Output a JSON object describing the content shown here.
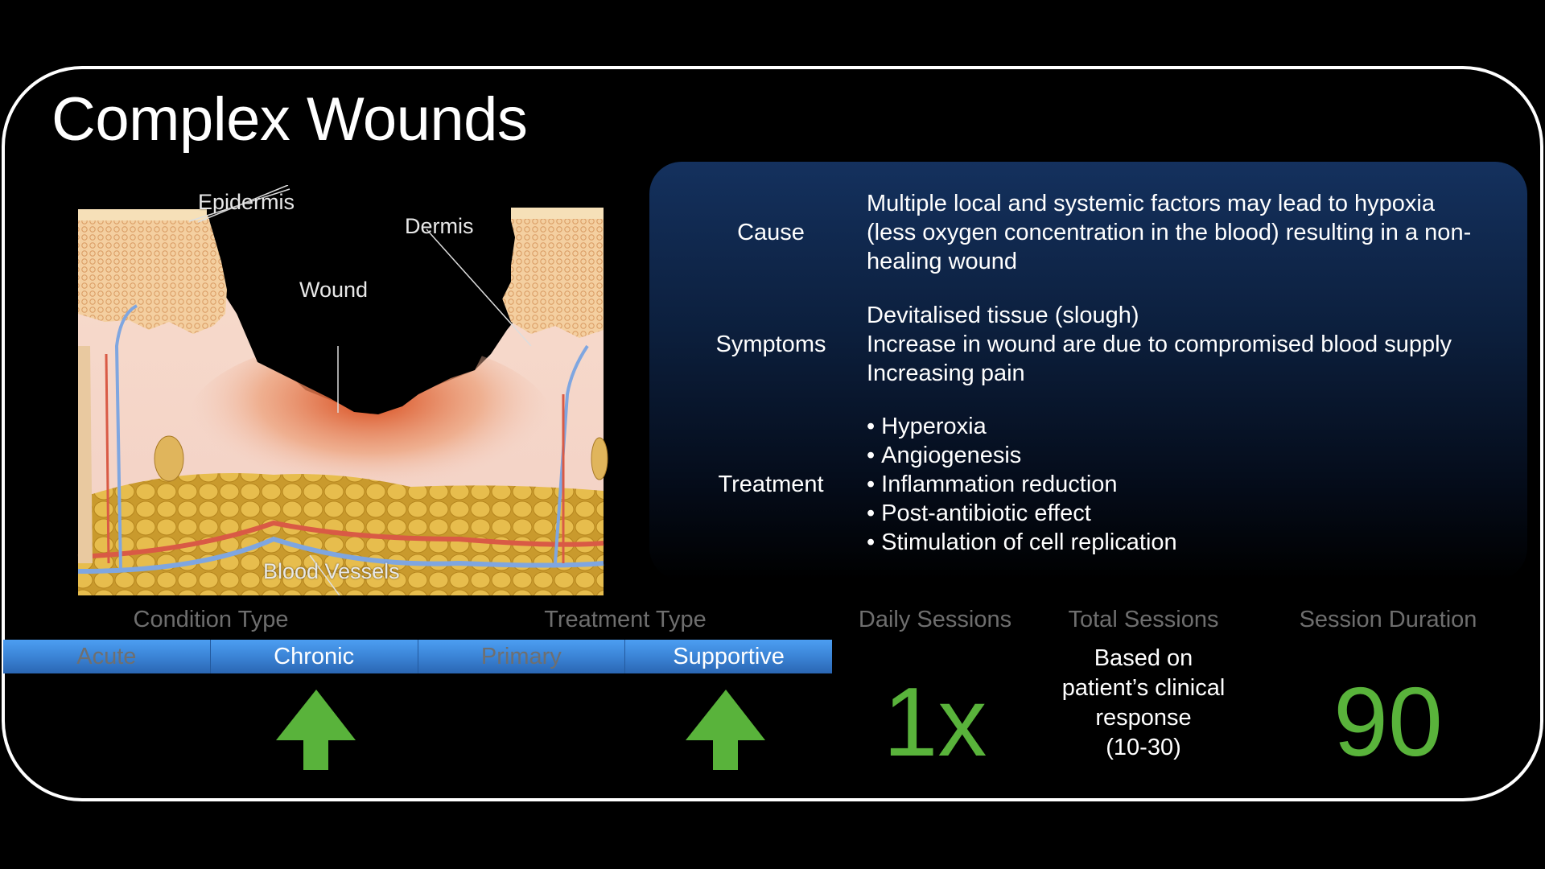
{
  "title": "Complex Wounds",
  "illustration": {
    "labels": {
      "epidermis": "Epidermis",
      "dermis": "Dermis",
      "wound": "Wound",
      "blood_vessels": "Blood Vessels"
    }
  },
  "panel": {
    "rows": [
      {
        "label": "Cause",
        "lines": [
          "Multiple local and systemic factors may lead to hypoxia",
          "(less oxygen concentration in the blood) resulting in a non-",
          "healing wound"
        ]
      },
      {
        "label": "Symptoms",
        "lines": [
          "Devitalised tissue (slough)",
          "Increase in wound are due to compromised blood supply",
          "Increasing pain"
        ]
      },
      {
        "label": "Treatment",
        "bullets": [
          "Hyperoxia",
          "Angiogenesis",
          "Inflammation reduction",
          "Post-antibiotic effect",
          "Stimulation of cell replication"
        ]
      }
    ]
  },
  "bottom": {
    "headers": {
      "condition_type": "Condition Type",
      "treatment_type": "Treatment Type",
      "daily_sessions": "Daily Sessions",
      "total_sessions": "Total Sessions",
      "session_duration": "Session Duration"
    },
    "segments": [
      {
        "label": "Acute",
        "selected": false
      },
      {
        "label": "Chronic",
        "selected": true
      },
      {
        "label": "Primary",
        "selected": false
      },
      {
        "label": "Supportive",
        "selected": true
      }
    ],
    "arrow_icon": "arrow-up-icon",
    "daily_sessions_value": "1x",
    "total_sessions_lines": [
      "Based on",
      "patient’s clinical",
      "response",
      "(10-30)"
    ],
    "session_duration_value": "90"
  },
  "colors": {
    "accent_green": "#59b33b",
    "segment_blue": "#3b84d6",
    "panel_navy": "#14315e",
    "muted_grey": "#6e6e6e"
  }
}
